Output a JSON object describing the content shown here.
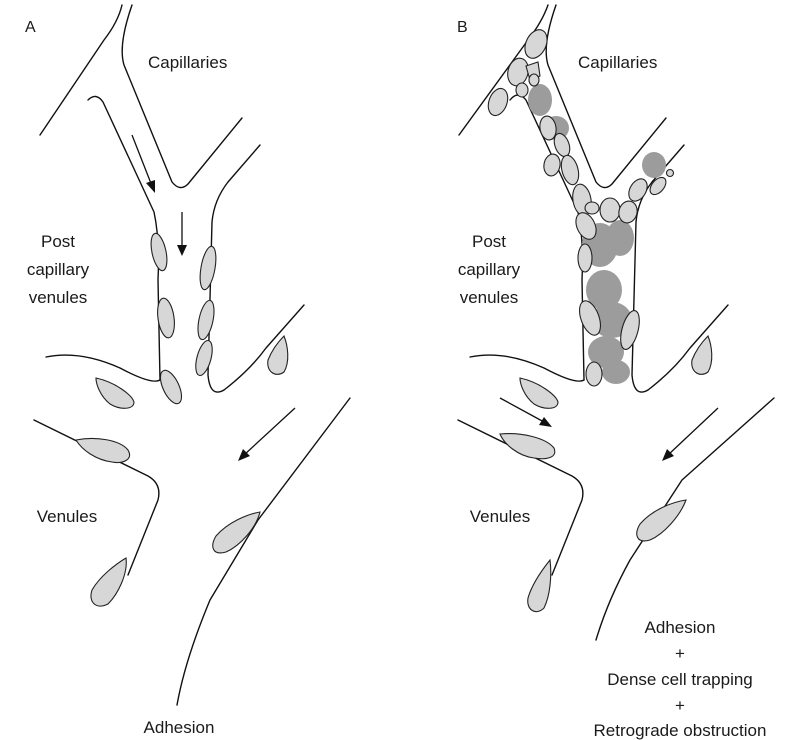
{
  "panels": [
    {
      "letter": "A",
      "labels": {
        "capillaries": "Capillaries",
        "post_capillary_venules": [
          "Post",
          "capillary",
          "venules"
        ],
        "venules": "Venules",
        "caption": [
          "Adhesion"
        ]
      }
    },
    {
      "letter": "B",
      "labels": {
        "capillaries": "Capillaries",
        "post_capillary_venules": [
          "Post",
          "capillary",
          "venules"
        ],
        "venules": "Venules",
        "caption": [
          "Adhesion",
          "+",
          "Dense cell trapping",
          "+",
          "Retrograde obstruction"
        ]
      }
    }
  ],
  "colors": {
    "adherent_cell_fill": "#d7d7d7",
    "dense_cell_fill": "#9c9c9c",
    "outline": "#111111"
  }
}
